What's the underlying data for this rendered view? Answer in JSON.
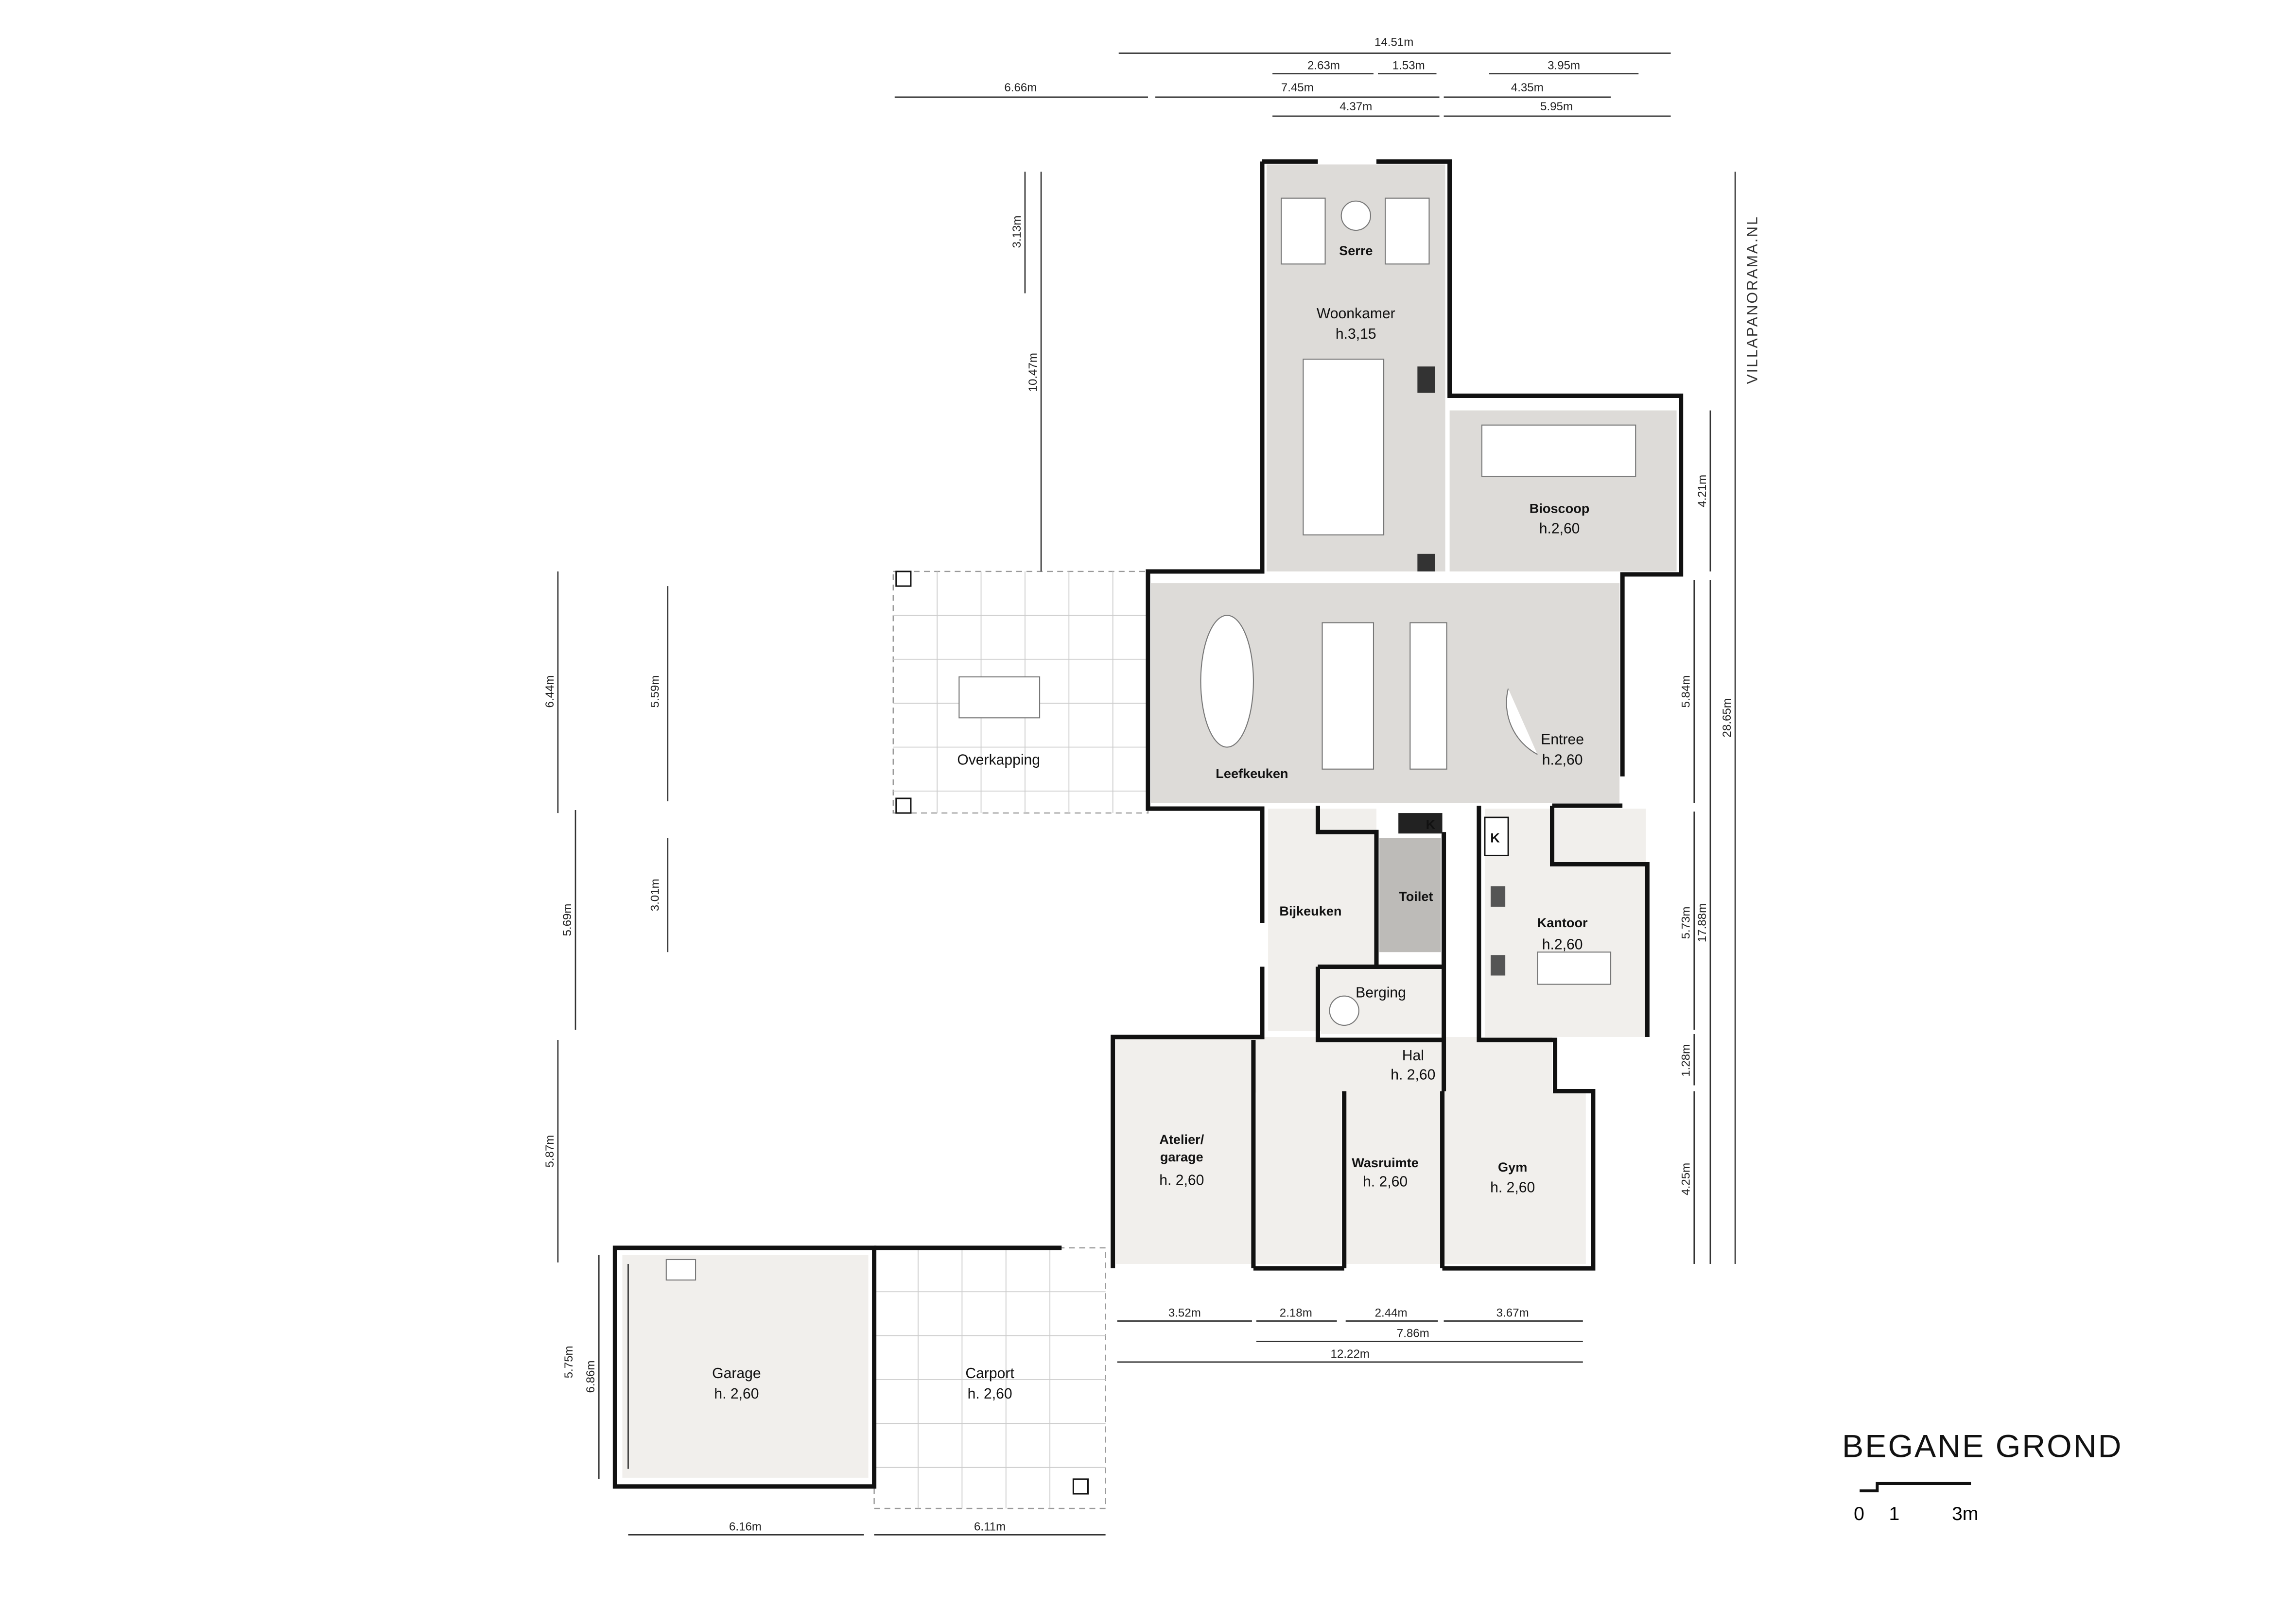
{
  "plan": {
    "title": "BEGANE GROND",
    "watermark": "VILLAPANORAMA.NL",
    "scale_bar": {
      "labels": [
        "0",
        "1",
        "3m"
      ]
    }
  },
  "rooms": {
    "serre": {
      "name": "Serre"
    },
    "woonkamer": {
      "name": "Woonkamer",
      "height": "h.3,15"
    },
    "bioscoop": {
      "name": "Bioscoop",
      "height": "h.2,60"
    },
    "leefkeuken": {
      "name": "Leefkeuken"
    },
    "overkapping": {
      "name": "Overkapping"
    },
    "entree": {
      "name": "Entree",
      "height": "h.2,60"
    },
    "bijkeuken": {
      "name": "Bijkeuken"
    },
    "toilet": {
      "name": "Toilet"
    },
    "berging": {
      "name": "Berging"
    },
    "kantoor": {
      "name": "Kantoor",
      "height": "h.2,60"
    },
    "hal": {
      "name": "Hal",
      "height": "h. 2,60"
    },
    "atelier": {
      "name": "Atelier/",
      "name2": "garage",
      "height": "h. 2,60"
    },
    "wasruimte": {
      "name": "Wasruimte",
      "height": "h. 2,60"
    },
    "gym": {
      "name": "Gym",
      "height": "h. 2,60"
    },
    "garage": {
      "name": "Garage",
      "height": "h. 2,60"
    },
    "carport": {
      "name": "Carport",
      "height": "h. 2,60"
    },
    "meter_cupboard_label": "K"
  },
  "dimensions": {
    "top": [
      "14.51m",
      "2.63m",
      "1.53m",
      "3.95m",
      "6.66m",
      "7.45m",
      "4.35m",
      "4.37m",
      "5.95m"
    ],
    "left": [
      "3.13m",
      "10.47m",
      "6.44m",
      "5.59m",
      "5.69m",
      "3.01m",
      "5.87m",
      "6.86m",
      "5.75m"
    ],
    "right": [
      "4.21m",
      "5.84m",
      "5.73m",
      "1.28m",
      "4.25m",
      "17.88m",
      "28.65m"
    ],
    "bottom": [
      "3.52m",
      "2.18m",
      "2.44m",
      "3.67m",
      "7.86m",
      "12.22m",
      "6.16m",
      "6.11m"
    ]
  }
}
